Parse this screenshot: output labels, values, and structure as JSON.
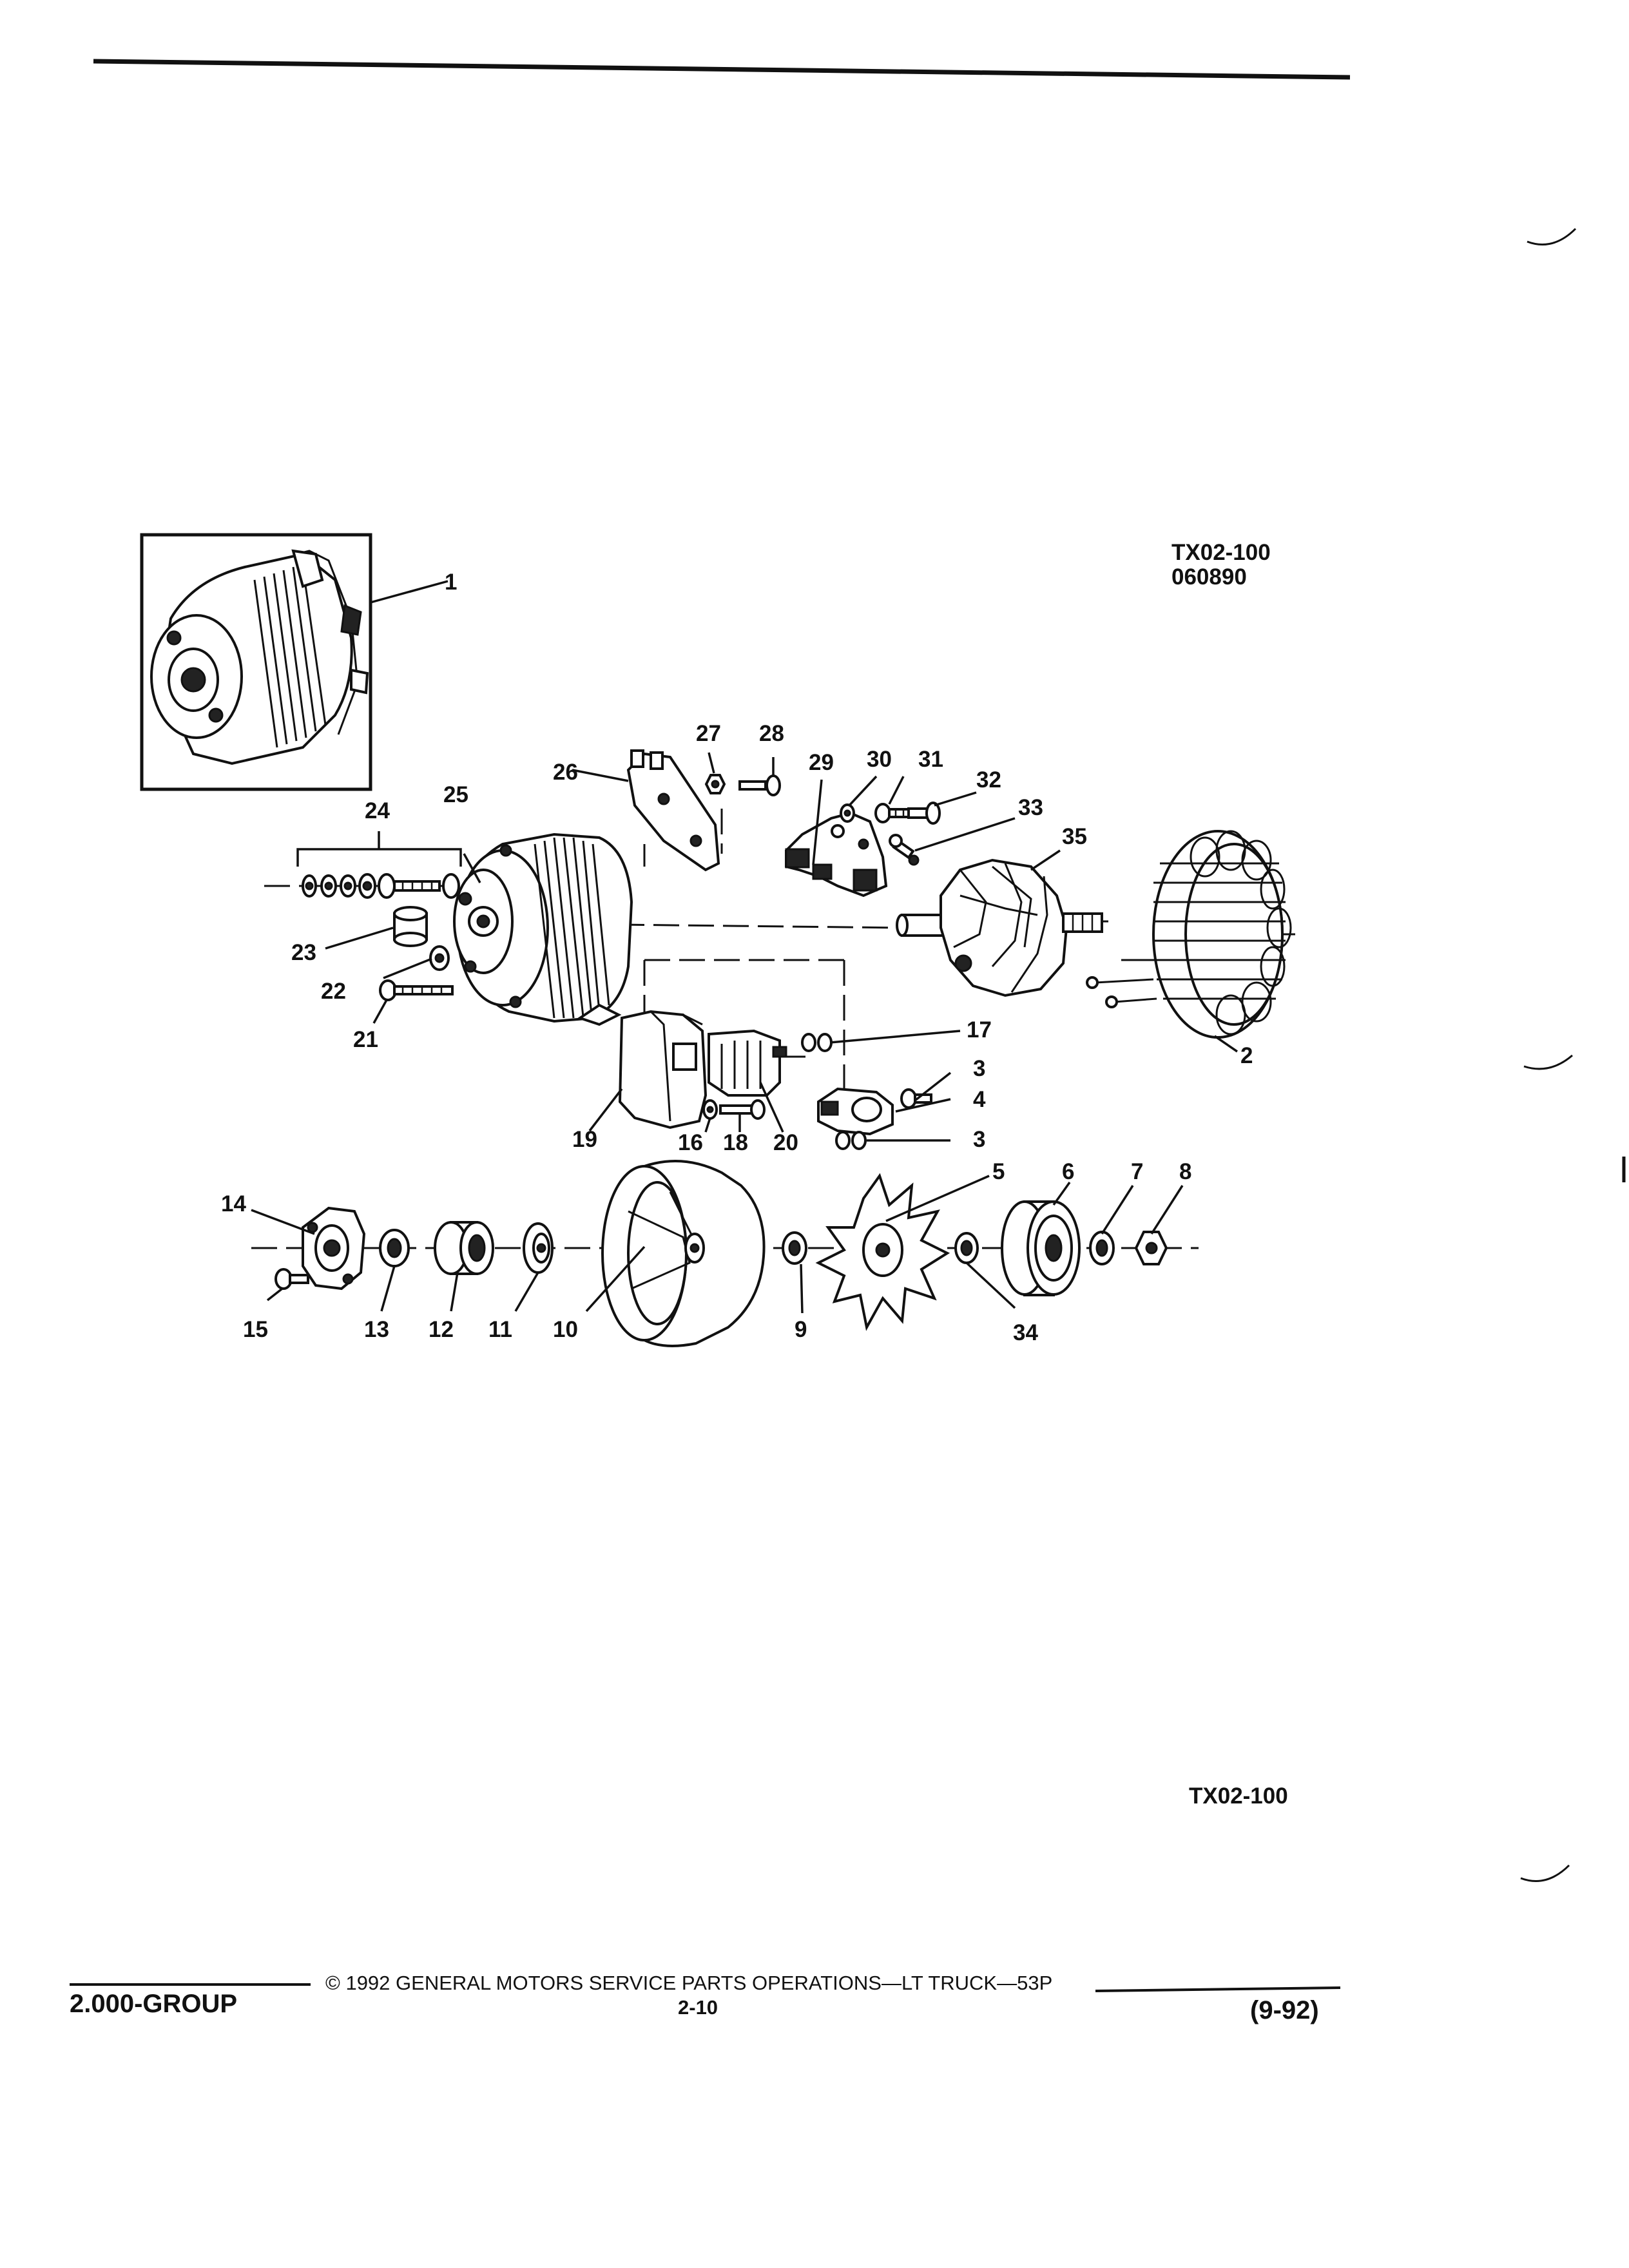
{
  "figure": {
    "ref_code": "TX02-100",
    "ref_date": "060890",
    "bottom_ref": "TX02-100",
    "callouts": [
      "1",
      "2",
      "3",
      "4",
      "5",
      "6",
      "7",
      "8",
      "9",
      "10",
      "11",
      "12",
      "13",
      "14",
      "15",
      "16",
      "17",
      "18",
      "19",
      "20",
      "21",
      "22",
      "23",
      "24",
      "25",
      "26",
      "27",
      "28",
      "29",
      "30",
      "31",
      "32",
      "33",
      "34",
      "35"
    ],
    "callout_3b": "3"
  },
  "footer": {
    "copyright": "©  1992  GENERAL MOTORS SERVICE PARTS OPERATIONS—LT TRUCK—53P",
    "group": "2.000-GROUP",
    "page": "2-10",
    "date": "(9-92)"
  }
}
